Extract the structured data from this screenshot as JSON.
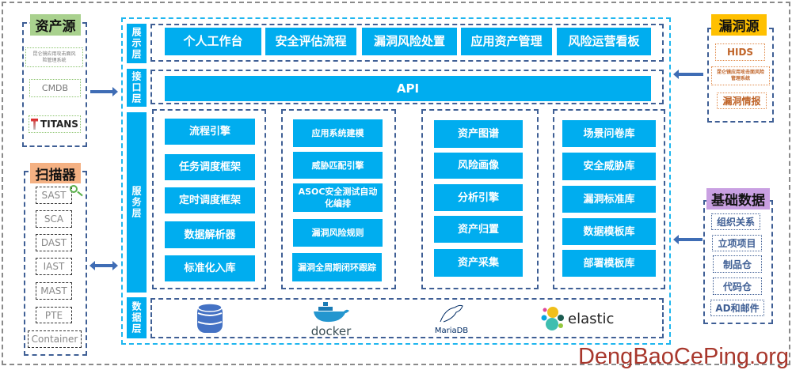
{
  "asset_source": {
    "title": "资产源",
    "items": [
      "昆仑镜应用攻击面风险管理系统",
      "CMDB",
      "TITANS"
    ],
    "color": "#a9d18e"
  },
  "scanner": {
    "title": "扫描器",
    "items": [
      "SAST",
      "SCA",
      "DAST",
      "IAST",
      "MAST",
      "PTE",
      "Container"
    ],
    "color": "#f4b183"
  },
  "vuln_source": {
    "title": "漏洞源",
    "items": [
      "HIDS",
      "昆仑镜应用攻击面风险管理系统",
      "漏洞情报"
    ],
    "color": "#ffc000"
  },
  "base_data": {
    "title": "基础数据",
    "items": [
      "组织关系",
      "立项项目",
      "制品仓",
      "代码仓",
      "AD和邮件"
    ],
    "color": "#c9a0e2"
  },
  "layers": {
    "presentation": "展示层",
    "interface": "接口层",
    "service": "服务层",
    "data": "数据层"
  },
  "presentation_items": [
    "个人工作台",
    "安全评估流程",
    "漏洞风险处置",
    "应用资产管理",
    "风险运营看板"
  ],
  "api_label": "API",
  "service_columns": [
    [
      "流程引擎",
      "任务调度框架",
      "定时调度框架",
      "数据解析器",
      "标准化入库"
    ],
    [
      "应用系统建模",
      "威胁匹配引擎",
      "ASOC安全测试自动化编排",
      "漏洞风险规则",
      "漏洞全周期闭环跟踪"
    ],
    [
      "资产图谱",
      "风险画像",
      "分析引擎",
      "资产归置",
      "资产采集"
    ],
    [
      "场景问卷库",
      "安全威胁库",
      "漏洞标准库",
      "数据模板库",
      "部署模板库"
    ]
  ],
  "data_items": {
    "db_icon": "database-icon",
    "docker": "docker",
    "mariadb": "MariaDB",
    "elastic": "elastic"
  },
  "accent": "#00adef",
  "watermark": "DengBaoCePing.org"
}
